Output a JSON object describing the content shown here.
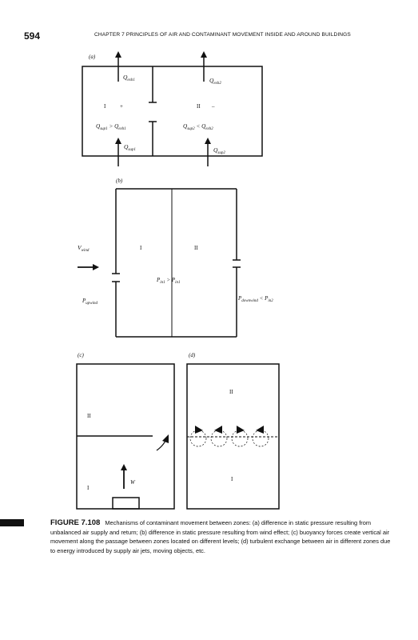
{
  "header": {
    "page_number": "594",
    "running_title": "CHAPTER 7 PRINCIPLES OF AIR AND CONTAMINANT MOVEMENT INSIDE AND AROUND BUILDINGS"
  },
  "panel_a": {
    "label": "(a)",
    "q_exh1": "Q",
    "q_exh1_sub": "exh1",
    "q_exh2": "Q",
    "q_exh2_sub": "exh2",
    "zone1": "I",
    "zone1_sign": "+",
    "zone2": "II",
    "zone2_sign": "–",
    "rel1_a": "Q",
    "rel1_a_sub": "sup1",
    "rel1_op": " > Q",
    "rel1_b_sub": "exh1",
    "rel2_a": "Q",
    "rel2_a_sub": "sup2",
    "rel2_op": " < Q",
    "rel2_b_sub": "exh2",
    "q_sup1": "Q",
    "q_sup1_sub": "sup1",
    "q_sup2": "Q",
    "q_sup2_sub": "sup2"
  },
  "panel_b": {
    "label": "(b)",
    "v_wind": "V",
    "v_wind_sub": "wind",
    "zone1": "I",
    "zone2": "II",
    "rel_a": "P",
    "rel_a_sub": "in1",
    "rel_op": " > P",
    "rel_b_sub": "in1",
    "p_upwind": "P",
    "p_upwind_sub": "upwind",
    "p_downwind": "P",
    "p_downwind_sub": "downwind",
    "p_down_op": " < P",
    "p_down_b_sub": "in2"
  },
  "panel_c": {
    "label": "(c)",
    "zone2": "II",
    "zone1": "I",
    "w_label": "W"
  },
  "panel_d": {
    "label": "(d)",
    "zone2": "II",
    "zone1": "I"
  },
  "caption": {
    "label": "FIGURE 7.108",
    "text": "Mechanisms of contaminant movement between zones: (a) difference in static pressure resulting from unbalanced air supply and return; (b) difference in static pressure resulting from wind effect; (c) buoyancy forces create vertical air movement along the passage between zones located on different levels; (d) turbulent exchange between air in different zones due to energy introduced by supply air jets, moving objects, etc."
  }
}
